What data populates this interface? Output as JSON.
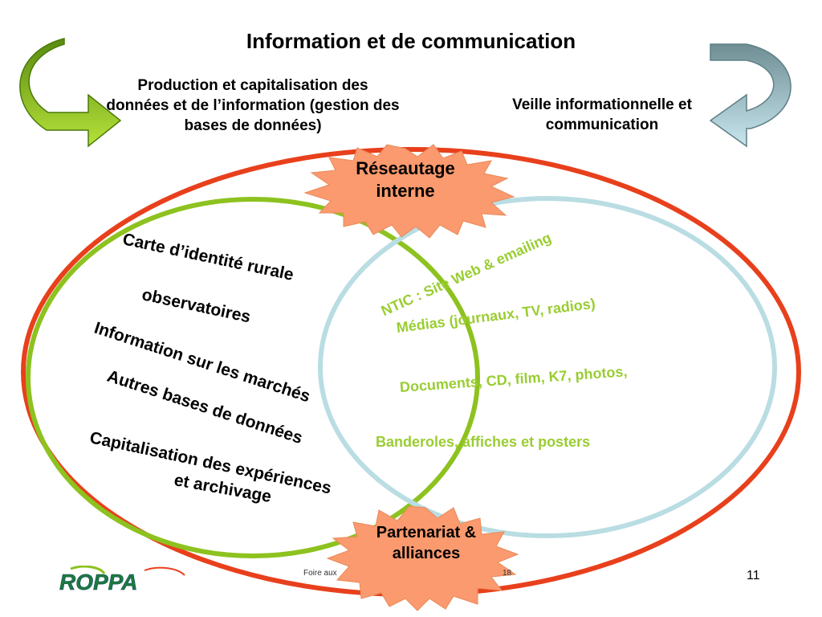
{
  "title": "Information et de communication",
  "left_caption": "Production et capitalisation des données et de l’information (gestion des bases de données)",
  "right_caption": "Veille informationnelle et communication",
  "starbursts": {
    "top": "Réseautage interne",
    "bottom": "Partenariat & alliances"
  },
  "left_items": [
    "Carte d’identité rurale",
    "observatoires",
    "Information sur les marchés",
    "Autres bases de données",
    "Capitalisation des expériences",
    "et archivage"
  ],
  "right_items": [
    "NTIC : Site Web & emailing",
    "Médias (journaux, TV, radios)",
    "Documents, CD, film, K7, photos,",
    "Banderoles, affiches et posters"
  ],
  "footer": {
    "left_text": "Foire aux",
    "right_text": "18",
    "page_number": "11",
    "logo_text": "ROPPA"
  },
  "colors": {
    "outer_oval": "#E8401C",
    "green_circle": "#8DC21F",
    "blue_circle": "#B9DDE3",
    "right_text": "#9ACD32",
    "starburst_fill": "#FA9A6E",
    "left_arrow": "#8CC21F",
    "right_arrow": "#9ECFD9"
  }
}
